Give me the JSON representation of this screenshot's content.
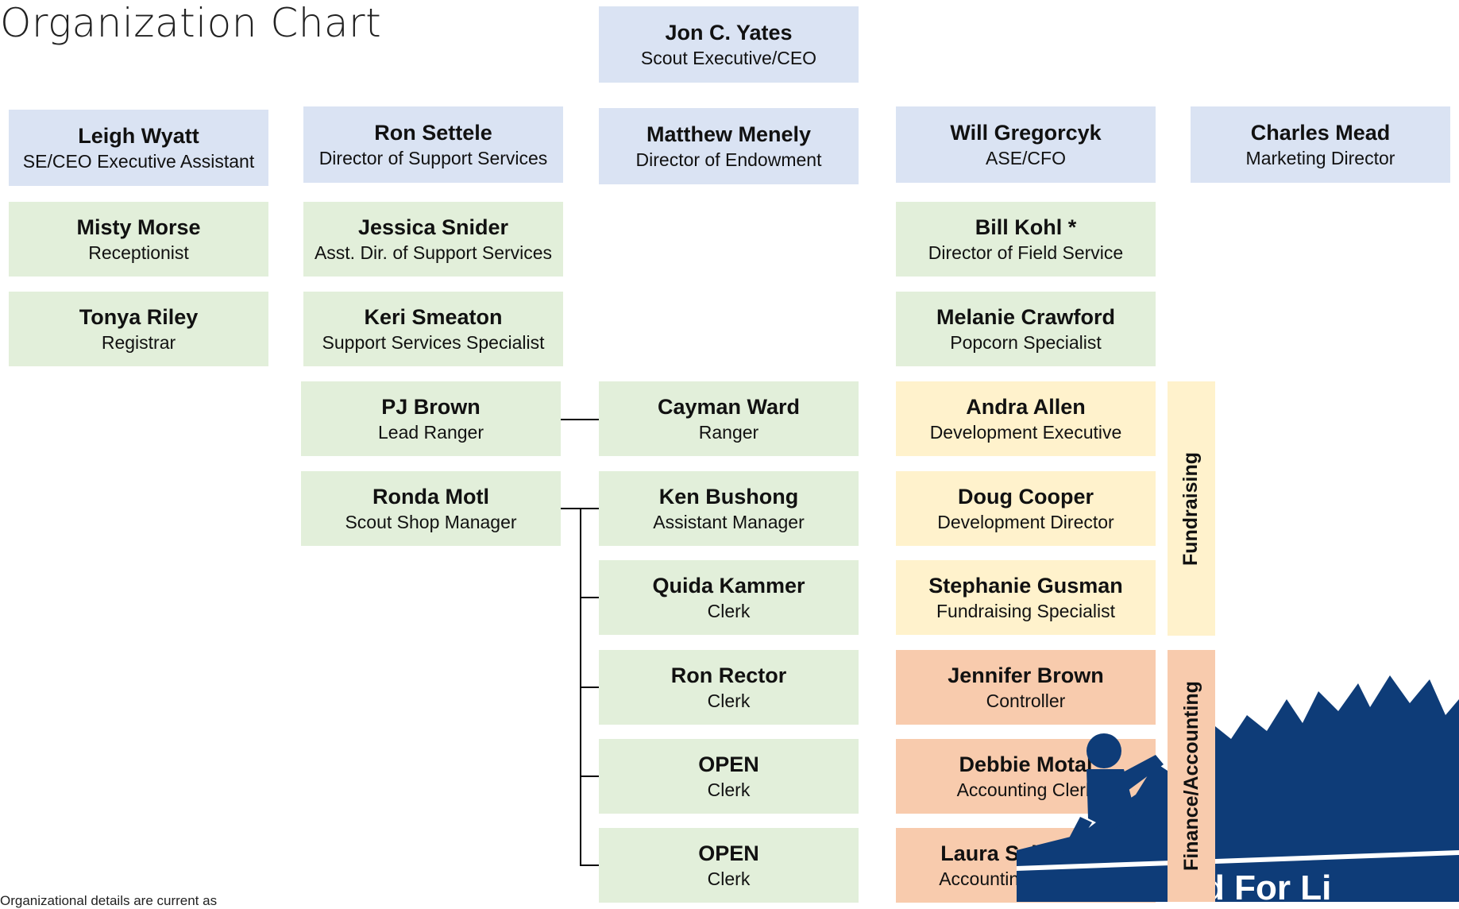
{
  "page": {
    "title": "Organization Chart",
    "footnote": "Organizational details are current as"
  },
  "colors": {
    "blue": "#dae3f3",
    "green": "#e2efda",
    "yellow": "#fff2cc",
    "orange": "#f8cbad",
    "logo": "#0e3c78"
  },
  "ceo": {
    "name": "Jon C. Yates",
    "role": "Scout Executive/CEO"
  },
  "directors": [
    {
      "name": "Leigh Wyatt",
      "role": "SE/CEO Executive Assistant"
    },
    {
      "name": "Ron Settele",
      "role": "Director of Support Services"
    },
    {
      "name": "Matthew Menely",
      "role": "Director of Endowment"
    },
    {
      "name": "Will Gregorcyk",
      "role": "ASE/CFO"
    },
    {
      "name": "Charles Mead",
      "role": "Marketing Director"
    }
  ],
  "column1": [
    {
      "name": "Misty Morse",
      "role": "Receptionist"
    },
    {
      "name": "Tonya Riley",
      "role": "Registrar"
    }
  ],
  "column2": [
    {
      "name": "Jessica Snider",
      "role": "Asst. Dir. of Support Services"
    },
    {
      "name": "Keri Smeaton",
      "role": "Support Services Specialist"
    },
    {
      "name": "PJ Brown",
      "role": "Lead Ranger"
    },
    {
      "name": "Ronda Motl",
      "role": "Scout Shop Manager"
    }
  ],
  "column3": [
    {
      "name": "Cayman Ward",
      "role": "Ranger"
    },
    {
      "name": "Ken Bushong",
      "role": "Assistant Manager"
    },
    {
      "name": "Quida Kammer",
      "role": "Clerk"
    },
    {
      "name": "Ron Rector",
      "role": "Clerk"
    },
    {
      "name": "OPEN",
      "role": "Clerk"
    },
    {
      "name": "OPEN",
      "role": "Clerk"
    }
  ],
  "column4": [
    {
      "name": "Bill Kohl *",
      "role": "Director of Field Service"
    },
    {
      "name": "Melanie Crawford",
      "role": "Popcorn Specialist"
    },
    {
      "name": "Andra Allen",
      "role": "Development Executive"
    },
    {
      "name": "Doug Cooper",
      "role": "Development Director"
    },
    {
      "name": "Stephanie Gusman",
      "role": "Fundraising Specialist"
    },
    {
      "name": "Jennifer Brown",
      "role": "Controller"
    },
    {
      "name": "Debbie Motal",
      "role": "Accounting Clerk"
    },
    {
      "name": "Laura Schroeder",
      "role": "Accounting Specialist"
    }
  ],
  "groups": {
    "fundraising": "Fundraising",
    "finance": "Finance/Accounting"
  },
  "logo": {
    "text": "d For Li"
  }
}
